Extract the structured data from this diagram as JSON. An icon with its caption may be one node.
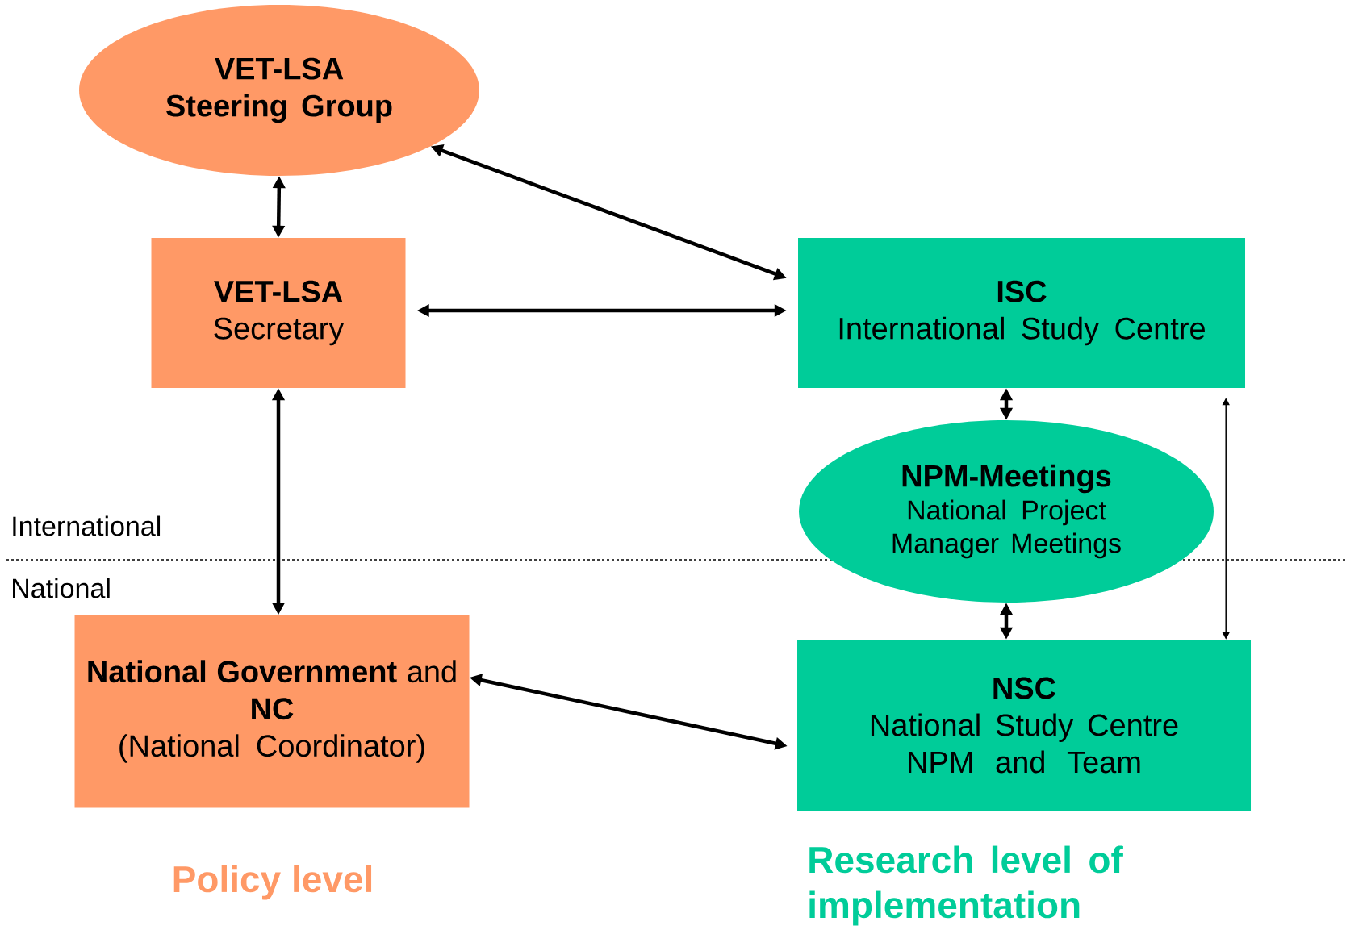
{
  "diagram": {
    "nodes": [
      {
        "text": [
          "VET-LSA Steering Group"
        ]
      },
      {
        "text": [
          "VET-LSA",
          "Secretary"
        ]
      },
      {
        "text": [
          "ISC",
          "International Study Centre"
        ]
      },
      {
        "text": [
          "NPM-Meetings",
          "National Project Manager Meetings"
        ]
      },
      {
        "text": [
          "**National Government** and **NC**",
          "(National Coordinator)"
        ]
      },
      {
        "text": [
          "NSC",
          "National Study Centre NPM and Team"
        ]
      }
    ],
    "edges": [
      {
        "from": 0,
        "to": 1,
        "arrow": "both"
      },
      {
        "from": 0,
        "to": 2,
        "arrow": "both"
      },
      {
        "from": 1,
        "to": 2,
        "arrow": "both"
      },
      {
        "from": 1,
        "to": 4,
        "arrow": "both"
      },
      {
        "from": 2,
        "to": 3,
        "arrow": "both"
      },
      {
        "from": 3,
        "to": 5,
        "arrow": "both"
      },
      {
        "from": 2,
        "to": 5,
        "arrow": "both"
      },
      {
        "from": 4,
        "to": 5,
        "arrow": "both"
      }
    ],
    "labels": [
      "International",
      "National",
      "Policy level",
      "Research level of implementation"
    ]
  }
}
